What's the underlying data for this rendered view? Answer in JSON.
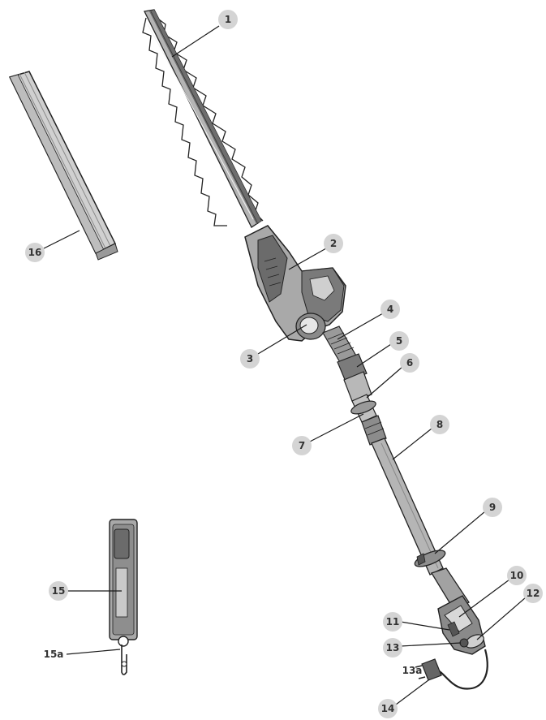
{
  "diagram": {
    "type": "exploded-parts-diagram",
    "colors": {
      "background": "#ffffff",
      "callout_circle": "#d4d4d4",
      "callout_text": "#333333",
      "part_light": "#d9d9d9",
      "part_mid": "#a8a8a8",
      "part_dark": "#6b6b6b",
      "outline": "#222222"
    },
    "callouts": [
      {
        "id": "1",
        "label": "1"
      },
      {
        "id": "2",
        "label": "2"
      },
      {
        "id": "3",
        "label": "3"
      },
      {
        "id": "4",
        "label": "4"
      },
      {
        "id": "5",
        "label": "5"
      },
      {
        "id": "6",
        "label": "6"
      },
      {
        "id": "7",
        "label": "7"
      },
      {
        "id": "8",
        "label": "8"
      },
      {
        "id": "9",
        "label": "9"
      },
      {
        "id": "10",
        "label": "10"
      },
      {
        "id": "11",
        "label": "11"
      },
      {
        "id": "12",
        "label": "12"
      },
      {
        "id": "13",
        "label": "13"
      },
      {
        "id": "13a",
        "label": "13a"
      },
      {
        "id": "14",
        "label": "14"
      },
      {
        "id": "15",
        "label": "15"
      },
      {
        "id": "15a",
        "label": "15a"
      },
      {
        "id": "16",
        "label": "16"
      }
    ]
  }
}
